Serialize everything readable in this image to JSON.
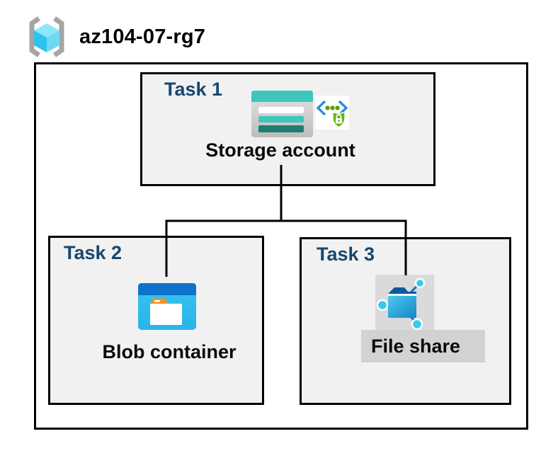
{
  "header": {
    "resource_group_name": "az104-07-rg7"
  },
  "tasks": [
    {
      "label": "Task 1",
      "resource": "Storage account"
    },
    {
      "label": "Task 2",
      "resource": "Blob container"
    },
    {
      "label": "Task 3",
      "resource": "File share"
    }
  ],
  "icons": {
    "resource_group": "brackets-with-cube",
    "storage_account": "striped-storage-card",
    "secure_access": "code-brackets-with-shield-lock",
    "blob_container": "window-with-folder",
    "file_share": "folder-with-network-nodes"
  },
  "colors": {
    "canvas_bg": "#ffffff",
    "box_fill": "#f1f1f1",
    "box_border": "#000000",
    "task_label_color": "#17476e",
    "connector": "#000000",
    "teal": "#3cc7ba",
    "teal_dark": "#1f7e73",
    "storage_body_light": "#e4e4e4",
    "storage_body_dark": "#bdbdbd",
    "chevron_blue": "#2b8fd8",
    "dot_green": "#5b9e04",
    "shield_green": "#66b30c",
    "blob_header": "#0e73ca",
    "blob_body_top": "#38c3f1",
    "blob_body_bottom": "#29b4e8",
    "tab_orange": "#f29121",
    "file_folder_top": "#4cc8ef",
    "file_folder_bottom": "#1785c5",
    "flap_navy": "#0e59a2",
    "node_cyan": "#3cc7f2",
    "stub_blue": "#2274bf",
    "square_gray": "#dadada",
    "strip_gray": "#d2d2d2",
    "bracket_gray": "#a5a5a5",
    "cube_top": "#8ee6f9",
    "cube_left": "#2ec3ee",
    "cube_right": "#6cd9f5"
  }
}
